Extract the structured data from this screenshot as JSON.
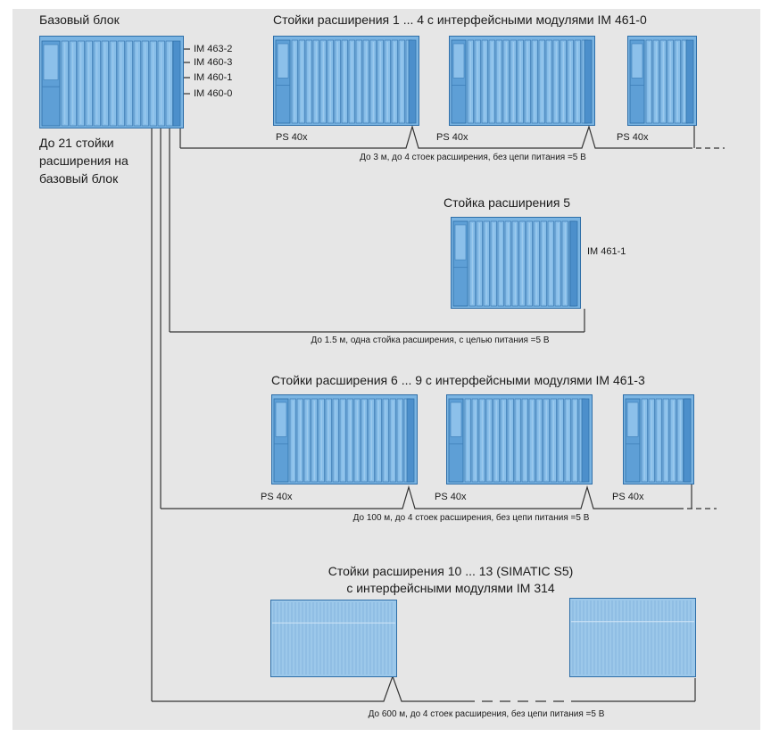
{
  "base": {
    "title": "Базовый блок",
    "note_lines": [
      "До 21 стойки",
      "расширения на",
      "базовый блок"
    ],
    "modules": [
      "IM 463-2",
      "IM 460-3",
      "IM 460-1",
      "IM 460-0"
    ]
  },
  "group1": {
    "title": "Стойки расширения 1 ... 4 с интерфейсными модулями IM 461-0",
    "ps": [
      "PS 40x",
      "PS 40x",
      "PS 40x"
    ],
    "note": "До 3 м, до 4 стоек расширения, без цепи питания =5 В"
  },
  "group2": {
    "title": "Стойка расширения 5",
    "module": "IM 461-1",
    "note": "До 1.5 м, одна стойка расширения, с целью питания =5 В"
  },
  "group3": {
    "title": "Стойки расширения 6 ... 9 с интерфейсными модулями IM 461-3",
    "ps": [
      "PS 40x",
      "PS 40x",
      "PS 40x"
    ],
    "note": "До 100 м, до 4 стоек расширения, без цепи питания =5 В"
  },
  "group4": {
    "title_lines": [
      "Стойки расширения 10 ... 13 (SIMATIC S5)",
      "с интерфейсными модулями IM 314"
    ],
    "note": "До 600 м, до 4 стоек расширения, без цепи питания =5 В"
  },
  "colors": {
    "background": "#e6e6e6",
    "rack_fill": "#7ab4e2",
    "rack_stroke": "#2e6ea8",
    "line": "#333333"
  }
}
